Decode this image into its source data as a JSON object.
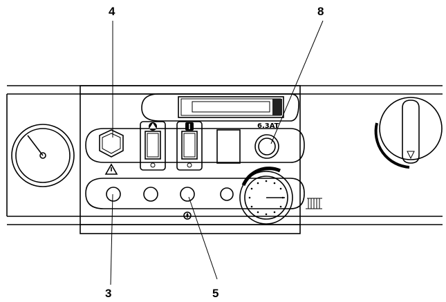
{
  "callouts": {
    "c4": "4",
    "c8": "8",
    "c3": "3",
    "c5": "5"
  },
  "fuse_label": "6.3AT",
  "icons": {
    "warning": "warning-triangle-icon",
    "pump": "pump-icon",
    "power": "power-switch-icon",
    "flame": "flame-icon",
    "radiator": "radiator-icon"
  }
}
